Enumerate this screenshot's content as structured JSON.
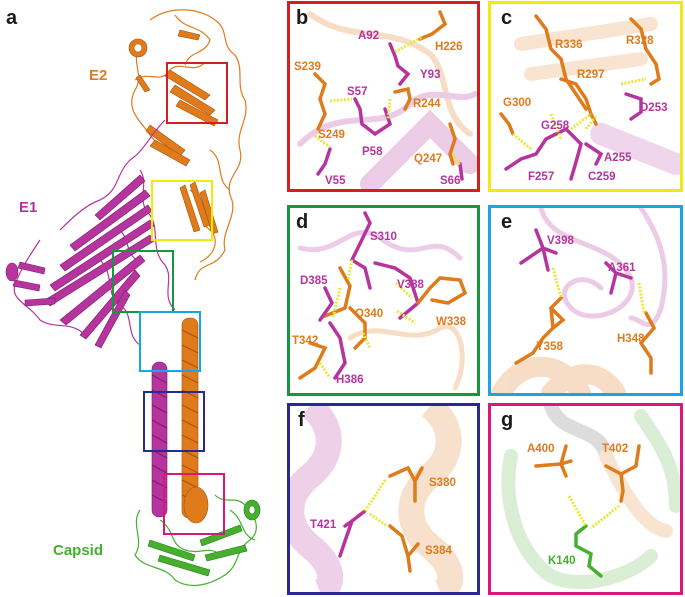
{
  "colors": {
    "e1": "#b5349e",
    "e2": "#e07b1c",
    "capsid": "#44b02e",
    "hbond": "#e8e83a",
    "nitrogen": "#2b3fbf",
    "oxygen": "#e03030",
    "frame_b": "#d21f1f",
    "frame_c": "#f2ea0a",
    "frame_d": "#14973e",
    "frame_e": "#18a5e0",
    "frame_f": "#2a2a8c",
    "frame_g": "#d8187a"
  },
  "panel_a": {
    "letter": "a",
    "labels": {
      "e2": "E2",
      "e1": "E1",
      "capsid": "Capsid"
    },
    "zoom_boxes": [
      {
        "panel": "b",
        "color": "red"
      },
      {
        "panel": "c",
        "color": "yellow"
      },
      {
        "panel": "d",
        "color": "green"
      },
      {
        "panel": "e",
        "color": "cyan"
      },
      {
        "panel": "f",
        "color": "navy"
      },
      {
        "panel": "g",
        "color": "magenta"
      }
    ]
  },
  "panels": {
    "b": {
      "letter": "b",
      "residues": {
        "a92": "A92",
        "h226": "H226",
        "y93": "Y93",
        "s239": "S239",
        "s57": "S57",
        "r244": "R244",
        "s249": "S249",
        "p58": "P58",
        "q247": "Q247",
        "v55": "V55",
        "s66": "S66"
      }
    },
    "c": {
      "letter": "c",
      "residues": {
        "r336": "R336",
        "r328": "R328",
        "r297": "R297",
        "g300": "G300",
        "d253": "D253",
        "g258": "G258",
        "a255": "A255",
        "f257": "F257",
        "c259": "C259"
      }
    },
    "d": {
      "letter": "d",
      "residues": {
        "s310": "S310",
        "d385": "D385",
        "v388": "V388",
        "q340": "Q340",
        "w338": "W338",
        "t342": "T342",
        "h386": "H386"
      }
    },
    "e": {
      "letter": "e",
      "residues": {
        "v398": "V398",
        "a361": "A361",
        "h348": "H348",
        "y358": "Y358"
      }
    },
    "f": {
      "letter": "f",
      "residues": {
        "s380": "S380",
        "t421": "T421",
        "s384": "S384"
      }
    },
    "g": {
      "letter": "g",
      "residues": {
        "a400": "A400",
        "t402": "T402",
        "k140": "K140"
      }
    }
  }
}
